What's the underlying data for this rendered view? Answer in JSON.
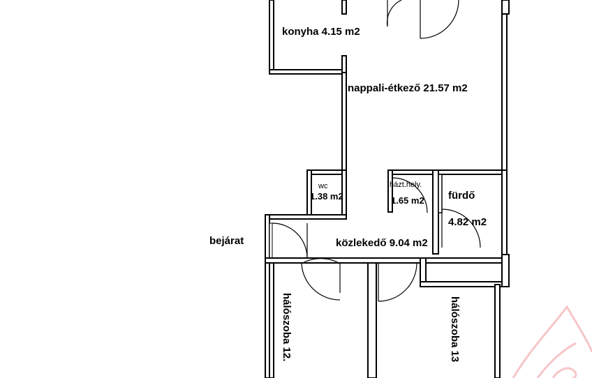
{
  "plan": {
    "labels": {
      "konyha": "konyha 4.15 m2",
      "nappali": "nappali-étkező 21.57 m2",
      "wc_name": "wc",
      "wc_area": "1.38 m2",
      "haztart_name": "házt.hely.",
      "haztart_area": "1.65 m2",
      "furdo_name": "fürdő",
      "furdo_area": "4.82 m2",
      "kozlekedo": "közlekedő 9.04 m2",
      "bejarat": "bejárat",
      "haloszoba_left": "hálószoba 12.",
      "haloszoba_right": "hálószoba 13"
    },
    "watermark_color": "#f6c6c8"
  }
}
